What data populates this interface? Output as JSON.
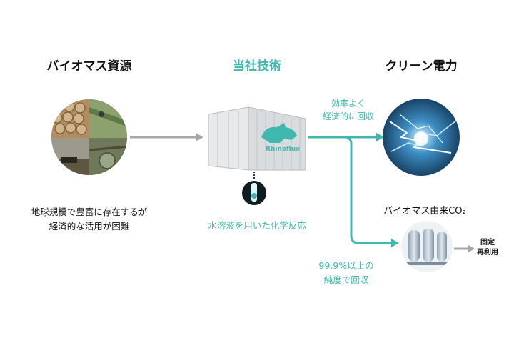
{
  "headings": {
    "biomass": "バイオマス資源",
    "tech": "当社技術",
    "clean": "クリーン電力"
  },
  "captions": {
    "biomass_line1": "地球規模で豊富に存在するが",
    "biomass_line2": "経済的な活用が困難",
    "tech": "水溶液を用いた化学反応",
    "recover_line1": "効率よく",
    "recover_line2": "経済的に回収",
    "co2_label": "バイオマス由来CO₂",
    "purity_line1": "99.9%以上の",
    "purity_line2": "純度で回収",
    "use_line1": "固定",
    "use_line2": "再利用"
  },
  "container_logo": "Rhinoflux",
  "colors": {
    "teal": "#3fb8b0",
    "gray_arrow": "#a6a6a6"
  }
}
